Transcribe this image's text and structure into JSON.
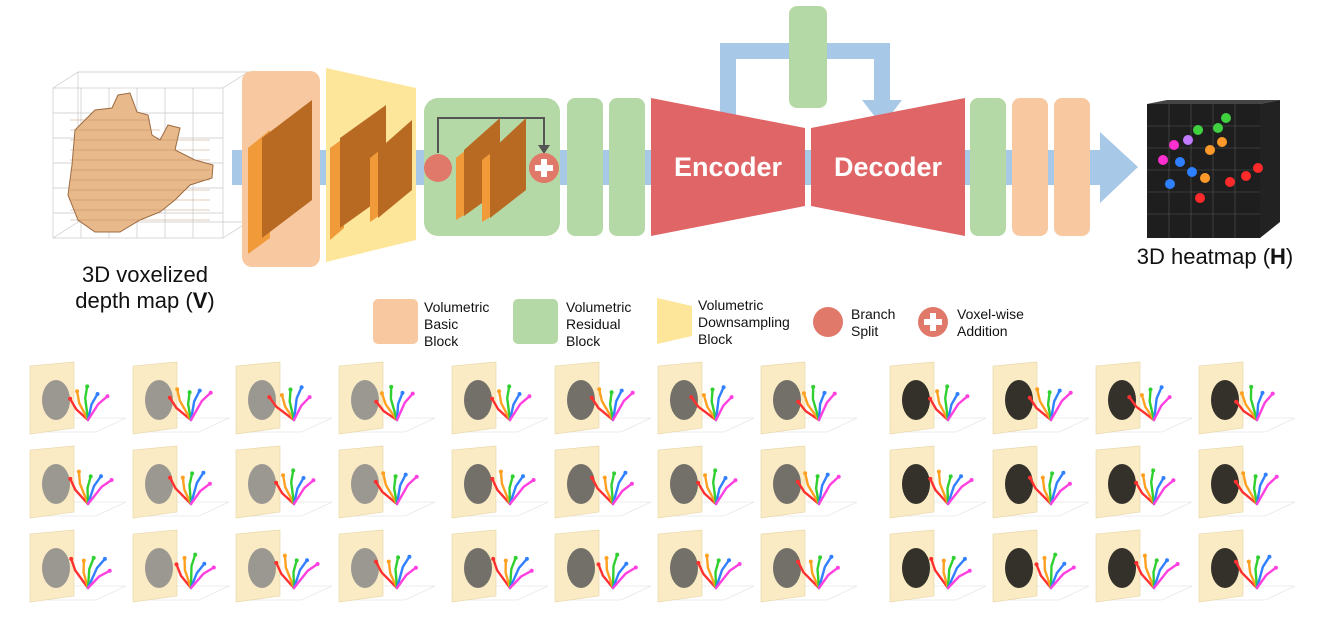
{
  "input": {
    "line1": "3D voxelized",
    "line2": "depth map (",
    "symbol": "V",
    "close": ")"
  },
  "output": {
    "text": "3D heatmap (",
    "symbol": "H",
    "close": ")"
  },
  "blocks": {
    "encoder": "Encoder",
    "decoder": "Decoder"
  },
  "legend": [
    {
      "key": "basic",
      "lines": [
        "Volumetric",
        "Basic",
        "Block"
      ]
    },
    {
      "key": "residual",
      "lines": [
        "Volumetric",
        "Residual",
        "Block"
      ]
    },
    {
      "key": "downsampling",
      "lines": [
        "Volumetric",
        "Downsampling",
        "Block"
      ]
    },
    {
      "key": "split",
      "lines": [
        "Branch",
        "Split"
      ]
    },
    {
      "key": "addition",
      "lines": [
        "Voxel-wise",
        "Addition"
      ]
    }
  ],
  "colors": {
    "basic": "#f8c9a0",
    "residual": "#b5d9a6",
    "downsampling": "#fde59a",
    "split": "#e0796a",
    "addition": "#e0796a",
    "encoder_decoder": "#e06566",
    "arrow": "#a8c8e8",
    "slab_face": "#b86a22",
    "slab_side": "#f09a3a",
    "panel_bg": "#faebc4"
  },
  "examples": {
    "groups": 3,
    "rows": 3,
    "cols": 4
  }
}
